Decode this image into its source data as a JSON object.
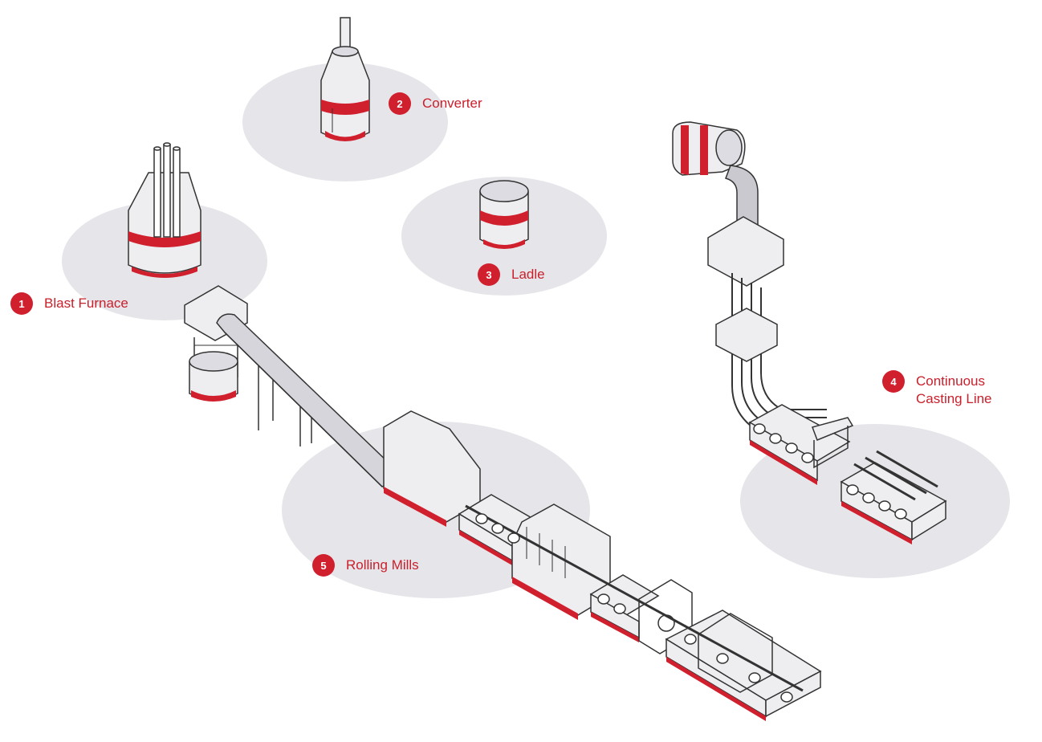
{
  "colors": {
    "accent": "#d0202e",
    "zone": "#e6e6ea",
    "machine": "#eeeef1",
    "outline": "#333333",
    "shade": "#c9c9cf"
  },
  "stages": [
    {
      "number": "1",
      "label": "Blast Furnace"
    },
    {
      "number": "2",
      "label": "Converter"
    },
    {
      "number": "3",
      "label": "Ladle"
    },
    {
      "number": "4",
      "label": "Continuous\nCasting Line"
    },
    {
      "number": "5",
      "label": "Rolling Mills"
    }
  ]
}
